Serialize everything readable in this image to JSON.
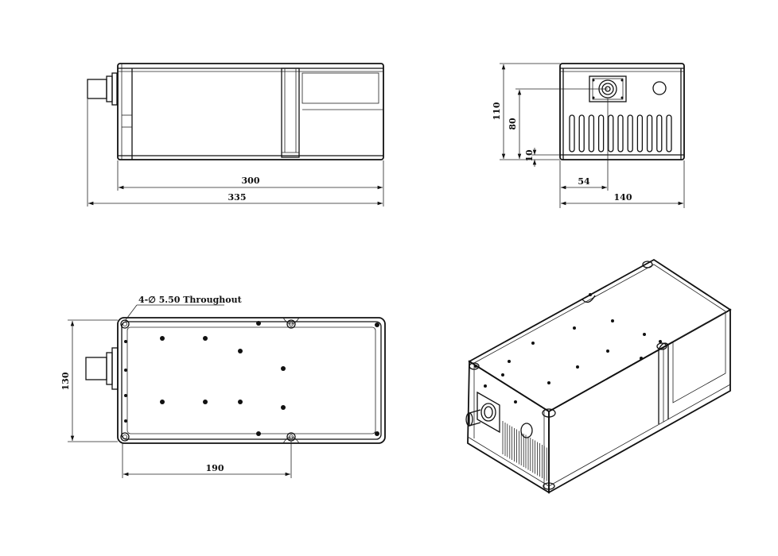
{
  "top_view": {
    "dim_inner_label": "300",
    "dim_outer_label": "335"
  },
  "side_view": {
    "dim_height_label": "110",
    "dim_connector_height_label": "80",
    "dim_base_label": "10",
    "dim_connector_offset_label": "54",
    "dim_width_label": "140"
  },
  "bottom_view": {
    "hole_note": "4-∅ 5.50 Throughout",
    "dim_height_label": "130",
    "dim_hole_spacing_label": "190"
  }
}
